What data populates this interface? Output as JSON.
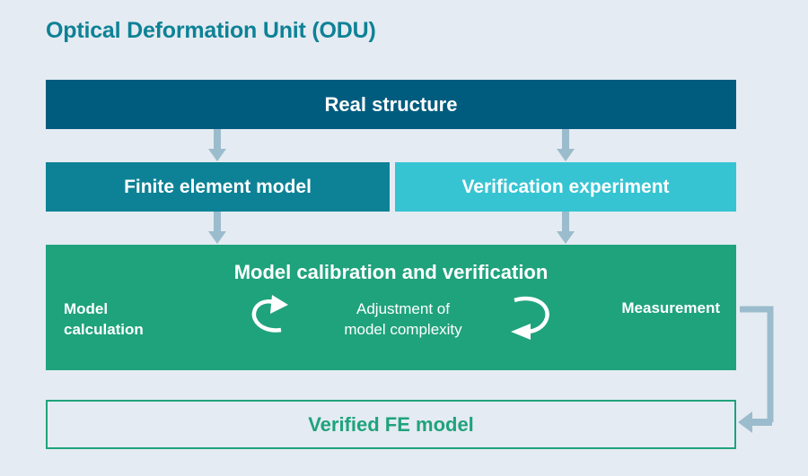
{
  "diagram": {
    "title": "Optical Deformation Unit (ODU)",
    "background_color": "#e5ebf2",
    "title_color": "#0d8296",
    "connector_color": "#9bbccc",
    "nodes": {
      "real_structure": {
        "label": "Real structure",
        "color": "#005c7f",
        "text_color": "#ffffff"
      },
      "finite_element_model": {
        "label": "Finite element model",
        "color": "#0d8296",
        "text_color": "#ffffff"
      },
      "verification_experiment": {
        "label": "Verification experiment",
        "color": "#36c4d3",
        "text_color": "#ffffff"
      },
      "model_calibration": {
        "heading": "Model calibration and verification",
        "left_label": "Model\ncalculation",
        "center_label": "Adjustment of\nmodel complexity",
        "right_label": "Measurement",
        "color": "#1fa37c",
        "text_color": "#ffffff"
      },
      "verified_fe_model": {
        "label": "Verified FE model",
        "color": "#e5ebf2",
        "border_color": "#1fa37c",
        "text_color": "#1fa37c"
      }
    },
    "icons": {
      "cycle_arrow_left": "curved-arrow-clockwise-icon",
      "cycle_arrow_right": "curved-arrow-counterclockwise-icon"
    }
  }
}
